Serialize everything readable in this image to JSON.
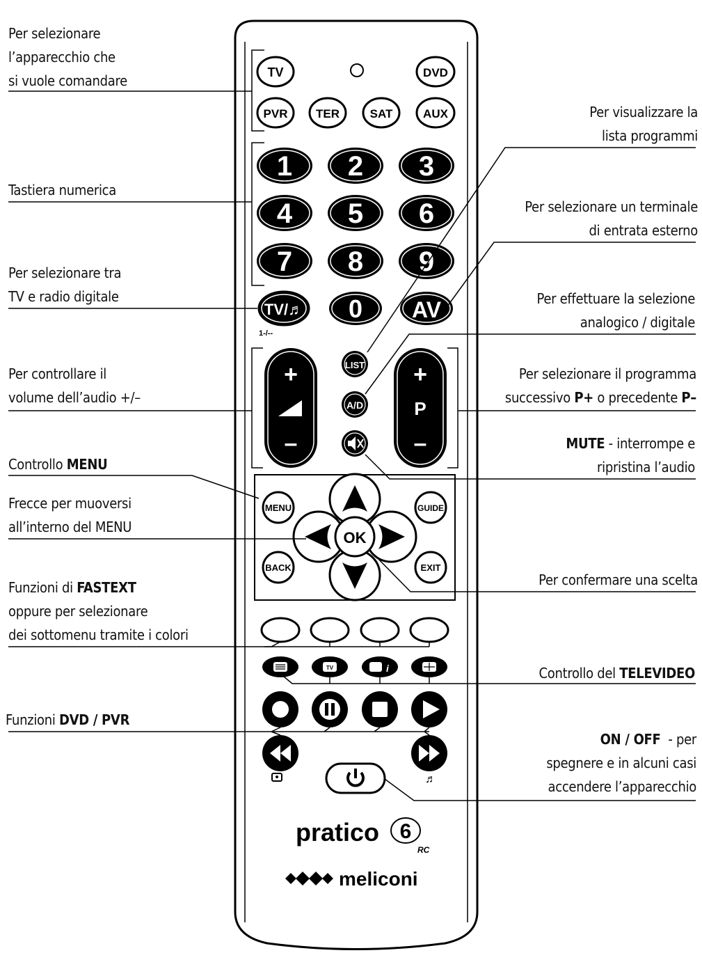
{
  "remote": {
    "device_buttons": [
      "TV",
      "DVD",
      "PVR",
      "TER",
      "SAT",
      "AUX"
    ],
    "number_buttons": [
      "1",
      "2",
      "3",
      "4",
      "5",
      "6",
      "7",
      "8",
      "9",
      "0"
    ],
    "tv_radio_button": "TV/♬",
    "tv_radio_sublabel": "1-/--",
    "av_button": "AV",
    "list_button": "LIST",
    "ad_button": "A/D",
    "volume_plus": "+",
    "volume_minus": "–",
    "program_plus": "+",
    "program_label": "P",
    "program_minus": "–",
    "menu_button": "MENU",
    "guide_button": "GUIDE",
    "back_button": "BACK",
    "exit_button": "EXIT",
    "ok_button": "OK",
    "fastext_colors": [
      "",
      "",
      "",
      ""
    ],
    "teletext_icons": [
      "teletext-page-icon",
      "tv-icon",
      "info-icon",
      "enlarge-icon"
    ],
    "dvd_buttons": [
      "record-icon",
      "pause-icon",
      "stop-icon",
      "play-icon"
    ],
    "brand_model": "pratico",
    "brand_number": "6",
    "brand_suffix": "RC",
    "brand_name": "meliconi"
  },
  "labels": {
    "device_select": [
      "Per selezionare",
      "l’apparecchio che",
      "si vuole comandare"
    ],
    "numeric_keypad": "Tastiera numerica",
    "tv_radio": [
      "Per selezionare tra",
      "TV e radio digitale"
    ],
    "volume": [
      "Per controllare il",
      "volume dell’audio +/–"
    ],
    "menu_bold": "MENU",
    "menu_prefix": "Controllo ",
    "arrows": [
      "Frecce per muoversi",
      "all’interno del MENU"
    ],
    "fastext_prefix": "Funzioni di ",
    "fastext_bold": "FASTEXT",
    "fastext_line2": "oppure per selezionare",
    "fastext_line3": "dei sottomenu tramite i colori",
    "dvd_prefix": "Funzioni ",
    "dvd_bold": "DVD / PVR",
    "program_list": [
      "Per visualizzare la",
      "lista programmi"
    ],
    "external_input": [
      "Per selezionare un terminale",
      "di entrata esterno"
    ],
    "analog_digital": [
      "Per effettuare la selezione",
      "analogico / digitale"
    ],
    "program_line1": "Per selezionare il programma",
    "program_line2_a": "successivo ",
    "program_line2_b": "P+",
    "program_line2_c": " o precedente ",
    "program_line2_d": "P–",
    "mute_bold": "MUTE",
    "mute_rest": " - interrompe e",
    "mute_line2": "ripristina l’audio",
    "confirm": "Per confermare una scelta",
    "teletext_prefix": "Controllo del ",
    "teletext_bold": "TELEVIDEO",
    "power_bold": "ON / OFF",
    "power_rest": "  - per",
    "power_line2": "spegnere e in alcuni casi",
    "power_line3": "accendere l’apparecchio"
  }
}
